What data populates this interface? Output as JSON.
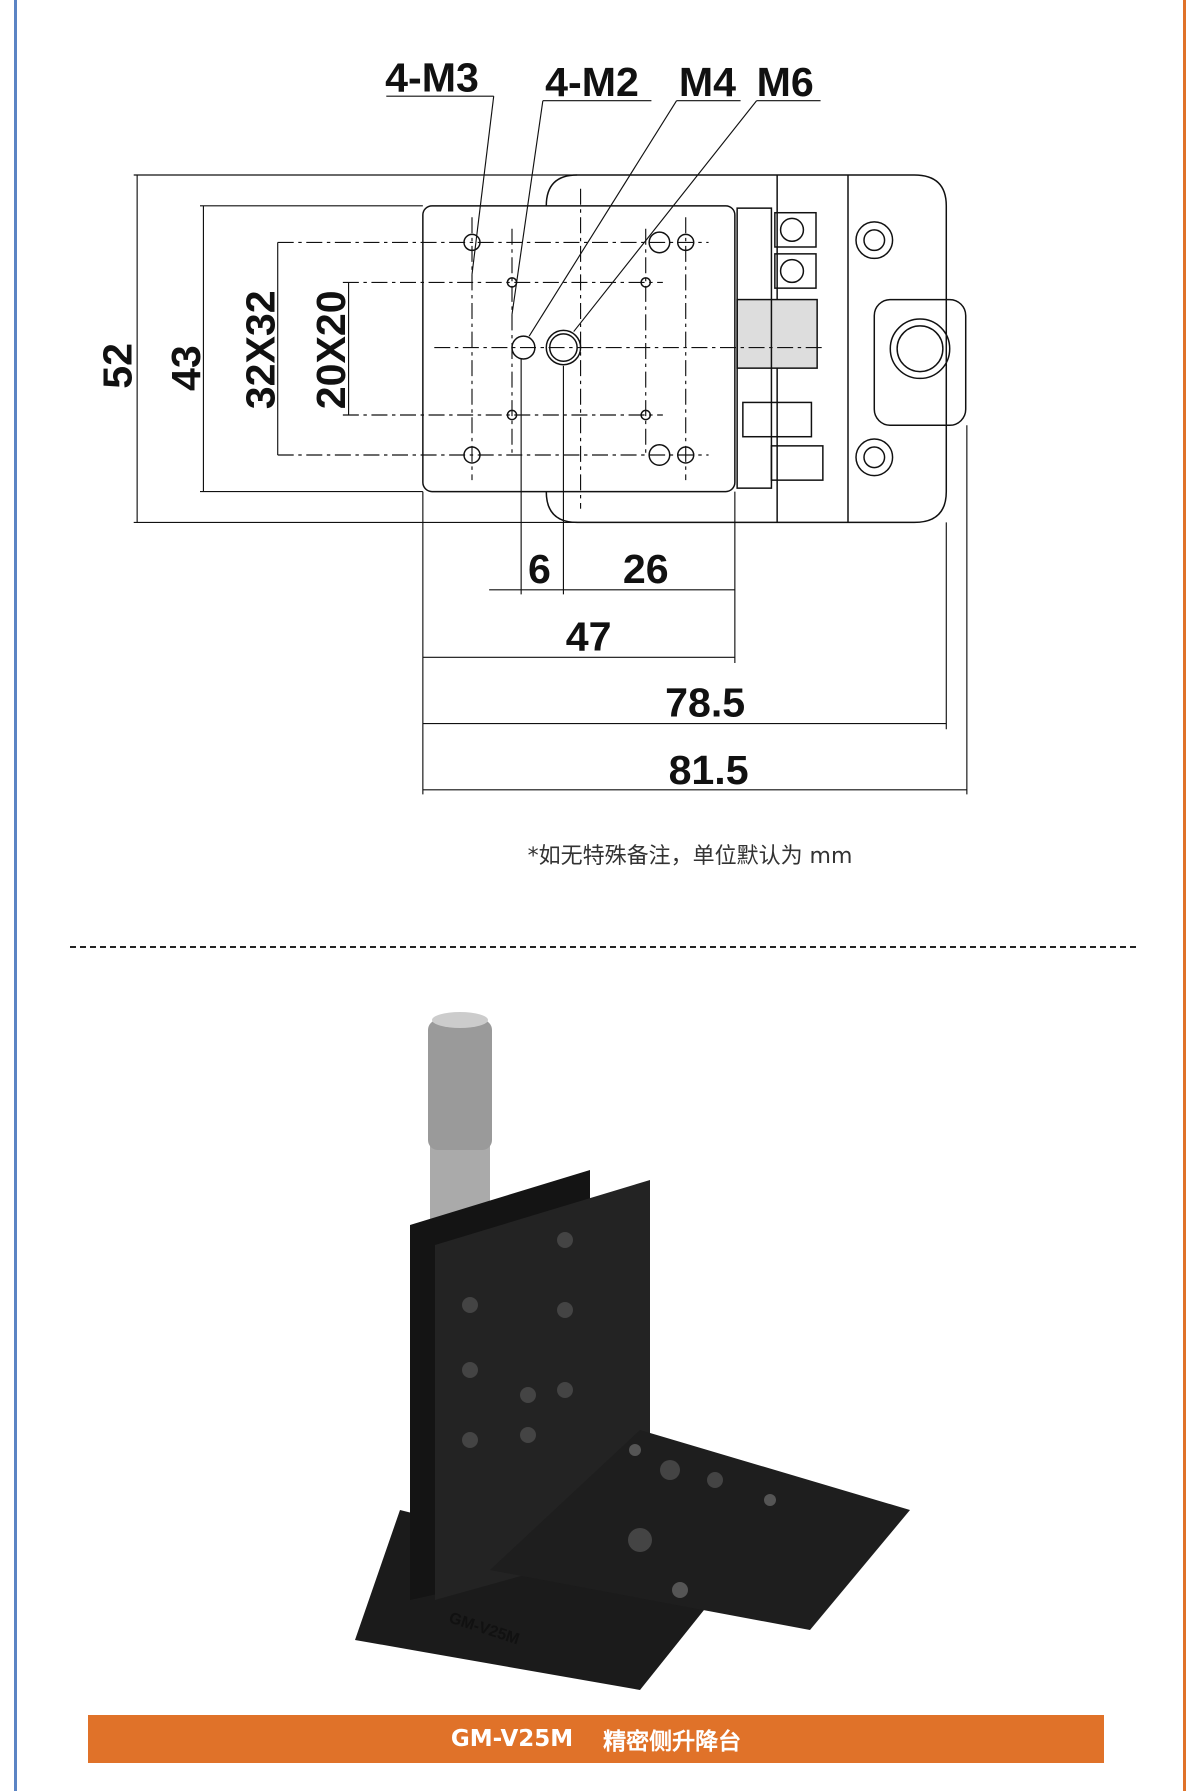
{
  "drawing": {
    "callouts": [
      "4-M3",
      "4-M2",
      "M4",
      "M6"
    ],
    "dims_vertical": [
      "52",
      "43",
      "32X32",
      "20X20"
    ],
    "dims_horizontal": [
      "6",
      "26",
      "47",
      "78.5",
      "81.5"
    ]
  },
  "note": "*如无特殊备注，单位默认为 mm",
  "photo": {
    "engraving": "GM-V25M"
  },
  "banner": {
    "model": "GM-V25M",
    "name": "精密侧升降台"
  },
  "colors": {
    "accent": "#e07229",
    "left_border": "#5b84c4"
  }
}
